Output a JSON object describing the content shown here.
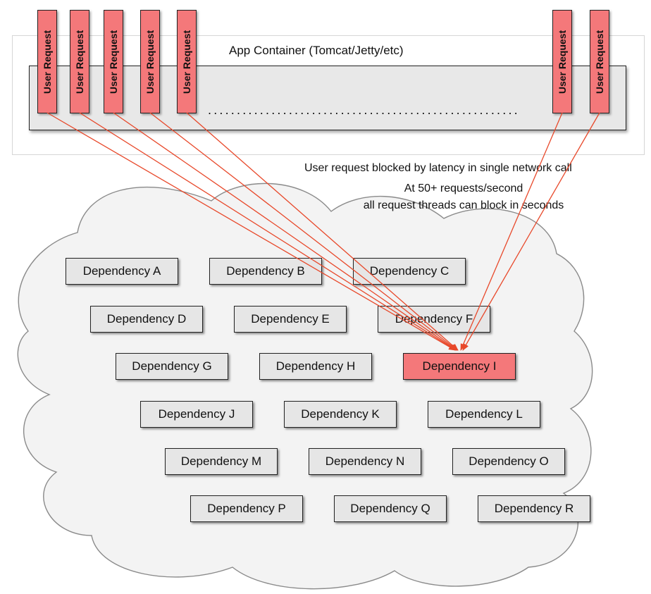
{
  "container": {
    "title": "App Container (Tomcat/Jetty/etc)",
    "dots": "......................................................"
  },
  "requests": [
    "User Request",
    "User Request",
    "User Request",
    "User Request",
    "User Request",
    "User Request",
    "User Request"
  ],
  "notes": {
    "blocked": "User request blocked by latency in single network call",
    "rate_line1": "At 50+ requests/second",
    "rate_line2": "all request threads can block in seconds"
  },
  "dependencies": [
    "Dependency A",
    "Dependency B",
    "Dependency C",
    "Dependency D",
    "Dependency E",
    "Dependency F",
    "Dependency G",
    "Dependency H",
    "Dependency I",
    "Dependency J",
    "Dependency K",
    "Dependency L",
    "Dependency M",
    "Dependency N",
    "Dependency O",
    "Dependency P",
    "Dependency Q",
    "Dependency R"
  ],
  "highlighted_dependency": "Dependency I",
  "colors": {
    "request_fill": "#f4787a",
    "arrow": "#e8482a",
    "dependency_fill": "#e6e6e6",
    "cloud_fill": "#f3f3f3"
  }
}
